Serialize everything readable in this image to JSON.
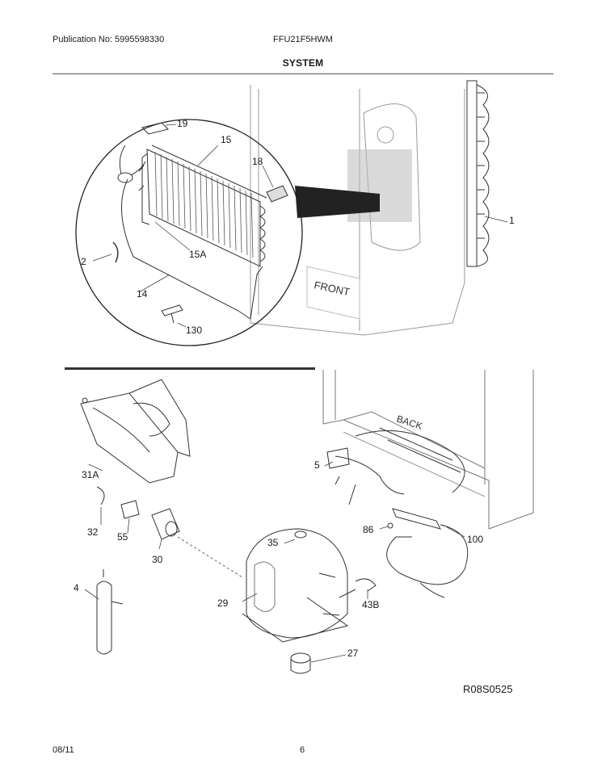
{
  "header": {
    "publication": "Publication No: 5995598330",
    "model": "FFU21F5HWM"
  },
  "title": "SYSTEM",
  "labels": {
    "front": "FRONT",
    "back": "BACK"
  },
  "callouts": {
    "c19": "19",
    "c15": "15",
    "c18": "18",
    "c1": "1",
    "c2": "2",
    "c15a": "15A",
    "c14": "14",
    "c130": "130",
    "c31a": "31A",
    "c5": "5",
    "c32": "32",
    "c55": "55",
    "c35": "35",
    "c86": "86",
    "c100": "100",
    "c30": "30",
    "c4": "4",
    "c29": "29",
    "c43b": "43B",
    "c27": "27"
  },
  "reference": "R08S0525",
  "footer": {
    "date": "08/11",
    "page": "6"
  }
}
